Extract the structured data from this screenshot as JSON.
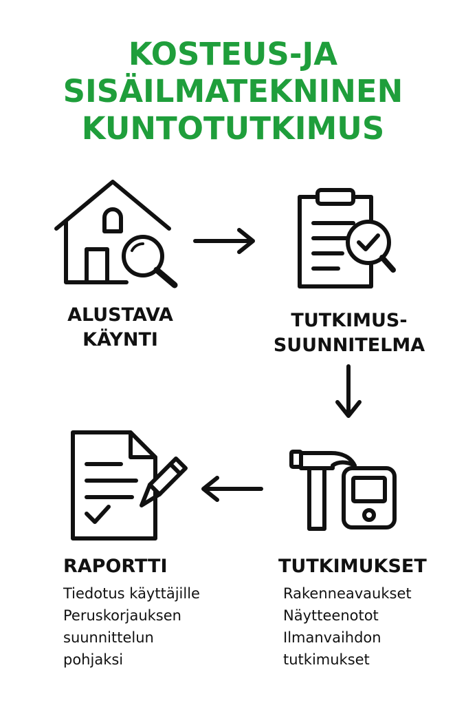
{
  "title": {
    "lines": [
      "KOSTEUS-JA",
      "SISÄILMATEKNINEN",
      "KUNTOTUTKIMUS"
    ],
    "color": "#1f9e3b"
  },
  "steps": [
    {
      "label_lines": [
        "ALUSTAVA",
        "KÄYNTI"
      ],
      "icon": "house-magnifier-icon"
    },
    {
      "label_lines": [
        "TUTKIMUS-",
        "SUUNNITELMA"
      ],
      "icon": "clipboard-check-icon"
    },
    {
      "label_lines": [
        "TUTKIMUKSET"
      ],
      "details": [
        "Rakenneavaukset",
        "Näytteenotot",
        "Ilmanvaihdon",
        "tutkimukset"
      ],
      "icon": "hammer-meter-icon"
    },
    {
      "label_lines": [
        "RAPORTTI"
      ],
      "details": [
        "Tiedotus käyttäjille",
        "Peruskorjauksen",
        "suunnittelun",
        "pohjaksi"
      ],
      "icon": "report-pen-icon"
    }
  ],
  "arrows": [
    "arrow-right-icon",
    "arrow-down-icon",
    "arrow-left-icon"
  ]
}
